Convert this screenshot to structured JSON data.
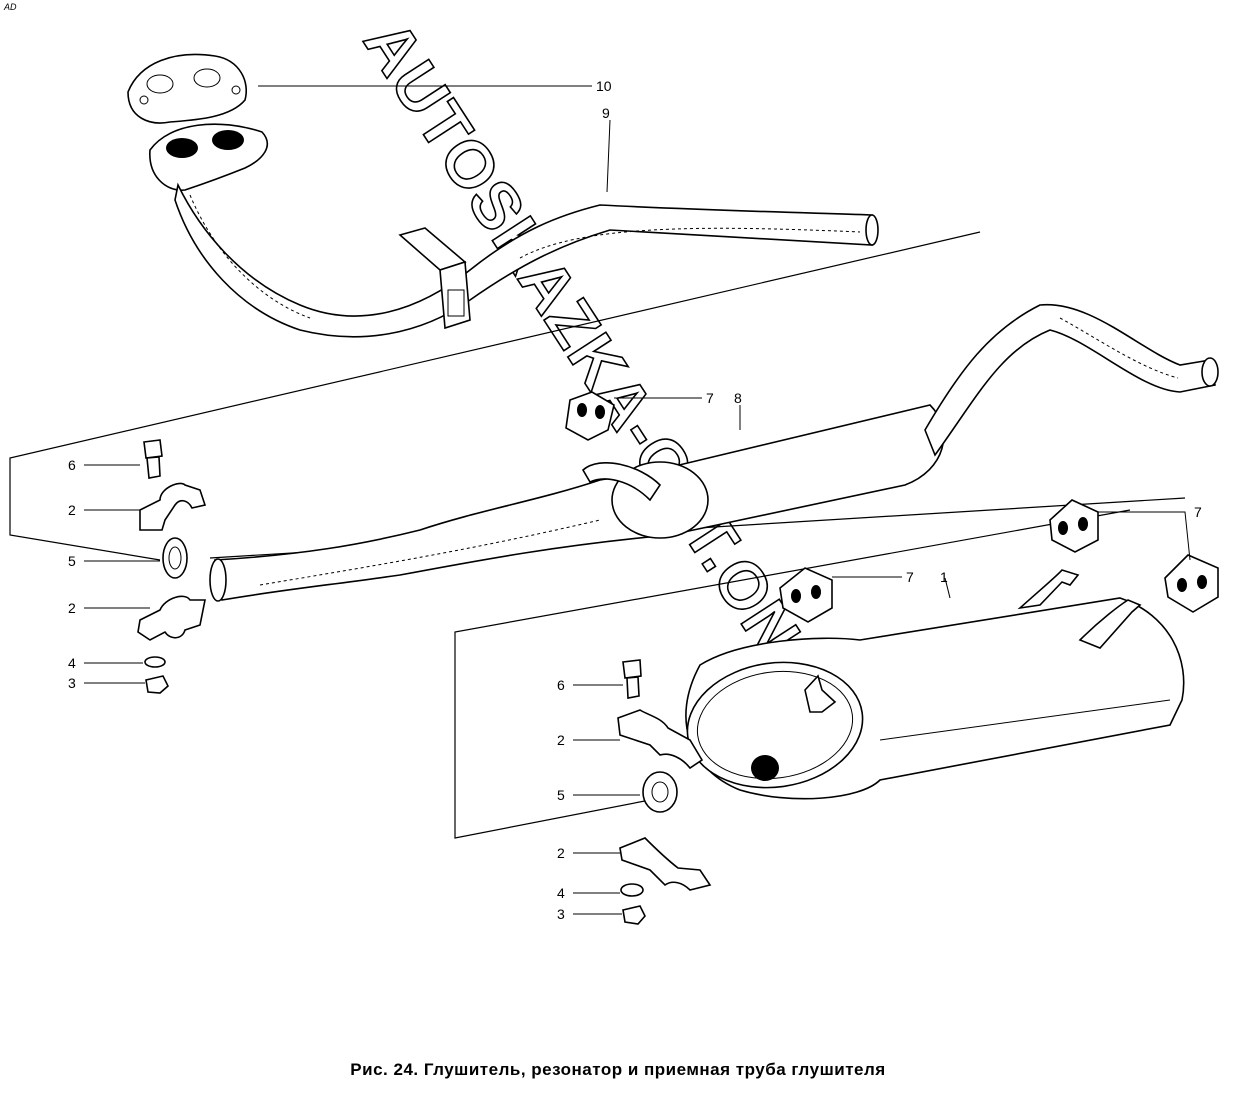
{
  "corner_mark": "AD",
  "caption": "Рис. 24. Глушитель, резонатор и приемная труба глушителя",
  "watermark": "AUTOSKAZKA-CAT.ONLINE",
  "callouts": {
    "c10": "10",
    "c9": "9",
    "c7a": "7",
    "c8": "8",
    "c6a": "6",
    "c2a": "2",
    "c5a": "5",
    "c2b": "2",
    "c4a": "4",
    "c3a": "3",
    "c7b": "7",
    "c7c": "7",
    "c1": "1",
    "c6b": "6",
    "c2c": "2",
    "c5b": "5",
    "c2d": "2",
    "c4b": "4",
    "c3b": "3"
  }
}
